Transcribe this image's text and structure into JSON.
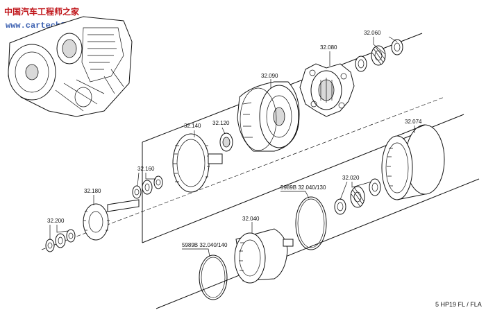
{
  "watermark": {
    "cn": "中国汽车工程师之家",
    "url": "www.cartech8.com"
  },
  "footer": "5 HP19 FL / FLA",
  "labels": {
    "p32060": "32.060",
    "p32080": "32.080",
    "p32090": "32.090",
    "p32074": "32.074",
    "p32140": "32.140",
    "p32120": "32.120",
    "p32160": "32.160",
    "p32180": "32.180",
    "p32200": "32.200",
    "p32020": "32.020",
    "p32040": "32.040",
    "p5989b_130": "5989B 32.040/130",
    "p5989b_140": "5989B 32.040/140"
  }
}
